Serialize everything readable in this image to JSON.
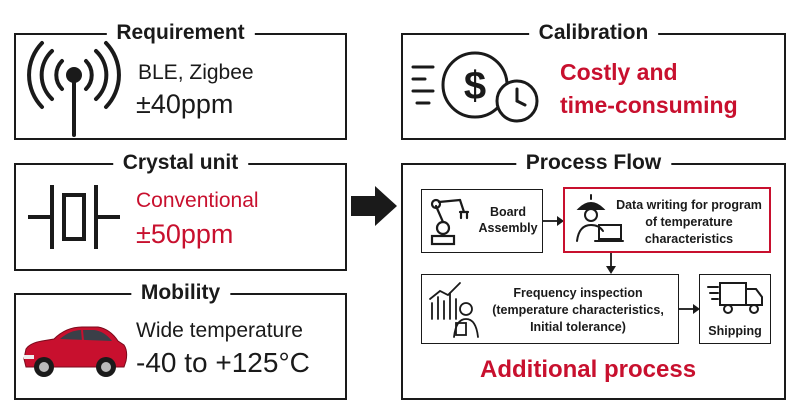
{
  "requirement": {
    "title": "Requirement",
    "line1": "BLE, Zigbee",
    "line2": "±40ppm",
    "icon": "antenna-signal-icon"
  },
  "crystal": {
    "title": "Crystal unit",
    "line1": "Conventional",
    "line2": "±50ppm",
    "icon": "crystal-resonator-icon"
  },
  "mobility": {
    "title": "Mobility",
    "line1": "Wide temperature",
    "line2": "-40 to +125°C",
    "icon": "car-icon"
  },
  "calibration": {
    "title": "Calibration",
    "line1": "Costly and",
    "line2": "time-consuming",
    "icon": "dollar-clock-icon"
  },
  "process": {
    "title": "Process Flow",
    "board_line1": "Board",
    "board_line2": "Assembly",
    "data_line1": "Data writing for program",
    "data_line2": "of temperature",
    "data_line3": "characteristics",
    "freq_line1": "Frequency inspection",
    "freq_line2": "(temperature characteristics,",
    "freq_line3": "Initial tolerance)",
    "shipping": "Shipping",
    "additional": "Additional process"
  },
  "colors": {
    "accent": "#c8102e",
    "ink": "#1a1a1a"
  }
}
